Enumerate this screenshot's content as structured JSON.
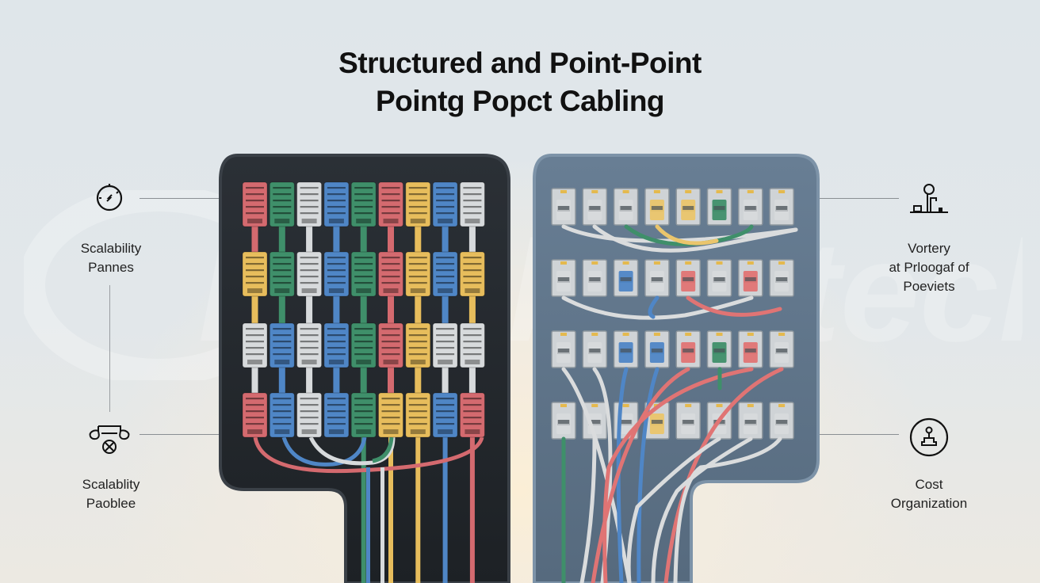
{
  "title": {
    "line1": "Structured and Point-Point",
    "line2": "Pointg Popct Cabling"
  },
  "left_labels": [
    {
      "icon": "stopwatch-icon",
      "line1": "Scalability",
      "line2": "Pannes"
    },
    {
      "icon": "network-hub-cross-icon",
      "line1": "Scalablity",
      "line2": "Paoblee"
    }
  ],
  "right_labels": [
    {
      "icon": "joystick-switch-icon",
      "line1": "Vortery",
      "line2": "at Prloogaf of",
      "line3": "Poeviets"
    },
    {
      "icon": "circle-joystick-icon",
      "line1": "Cost",
      "line2": "Organization"
    }
  ],
  "structured_panel": {
    "name": "structured-cabling-panel",
    "colors": {
      "red": "#d46a6f",
      "green": "#3f8f6a",
      "white": "#d7dadc",
      "blue": "#4f86c6",
      "yellow": "#e7bd5c",
      "panel": "#22262b"
    },
    "rows": [
      [
        "red",
        "green",
        "white",
        "blue",
        "green",
        "red",
        "yellow",
        "blue",
        "white"
      ],
      [
        "yellow",
        "green",
        "white",
        "blue",
        "green",
        "red",
        "yellow",
        "blue",
        "yellow"
      ],
      [
        "white",
        "blue",
        "white",
        "blue",
        "green",
        "red",
        "yellow",
        "white",
        "white"
      ],
      [
        "red",
        "blue",
        "white",
        "blue",
        "green",
        "yellow",
        "yellow",
        "blue",
        "red"
      ]
    ]
  },
  "point_panel": {
    "name": "point-to-point-panel",
    "colors": {
      "panel": "#5d7389",
      "port": "#cfd3d6",
      "red": "#e07474",
      "green": "#3f8f6a",
      "blue": "#4f86c6",
      "yellow": "#eac56c",
      "white": "#dadcdd"
    },
    "rows": [
      [
        "white",
        "white",
        "white",
        "yellow",
        "yellow",
        "green",
        "white",
        "white"
      ],
      [
        "white",
        "white",
        "blue",
        "white",
        "red",
        "white",
        "red",
        "white"
      ],
      [
        "white",
        "white",
        "blue",
        "blue",
        "red",
        "green",
        "red",
        "white"
      ],
      [
        "white",
        "white",
        "white",
        "yellow",
        "white",
        "white",
        "white",
        "white"
      ]
    ]
  }
}
